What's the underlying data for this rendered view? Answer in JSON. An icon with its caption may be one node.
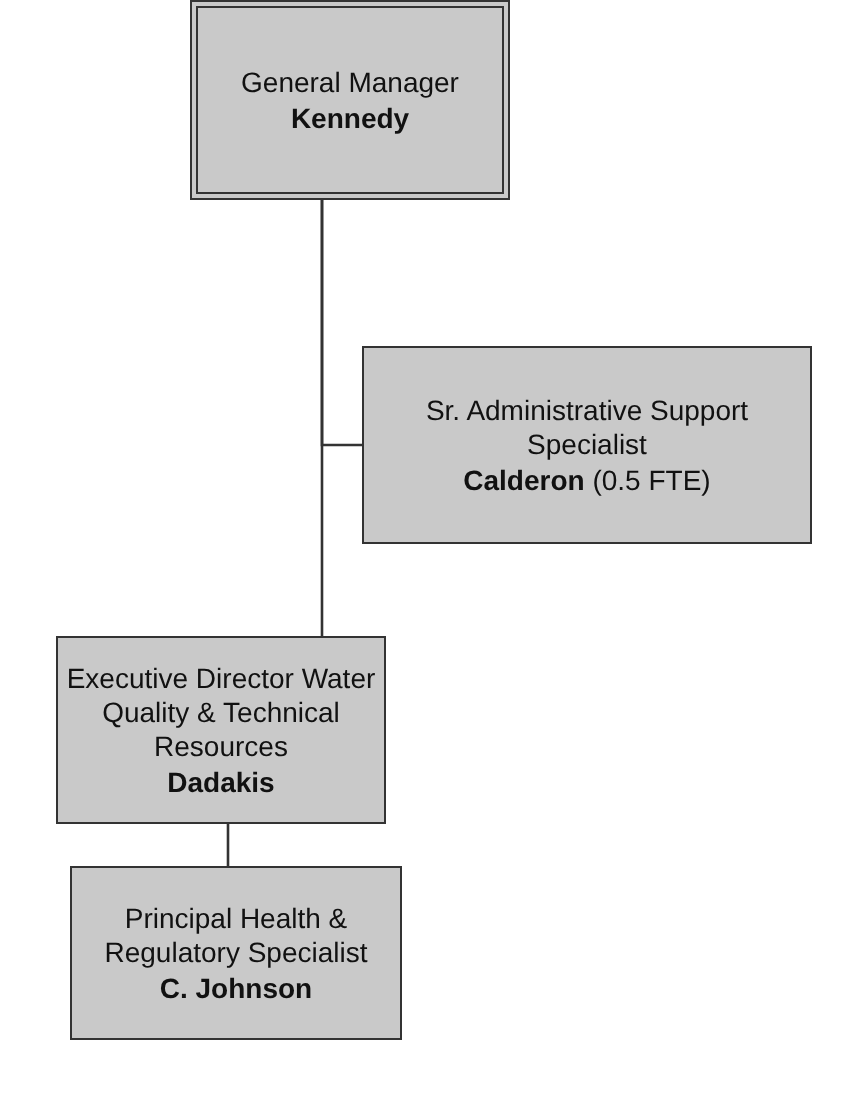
{
  "diagram": {
    "nodes": [
      {
        "text": [
          "General Manager",
          "**Kennedy**"
        ]
      },
      {
        "text": [
          "Sr. Administrative Support Specialist",
          "**Calderon** (0.5 FTE)"
        ]
      },
      {
        "text": [
          "Executive Director Water Quality & Technical Resources",
          "**Dadakis**"
        ]
      },
      {
        "text": [
          "Principal Health & Regulatory Specialist",
          "**C. Johnson**"
        ]
      }
    ],
    "edges": [
      {
        "from": 0,
        "to": 1,
        "arrow": "none"
      },
      {
        "from": 0,
        "to": 2,
        "arrow": "none"
      },
      {
        "from": 2,
        "to": 3,
        "arrow": "none"
      }
    ]
  }
}
